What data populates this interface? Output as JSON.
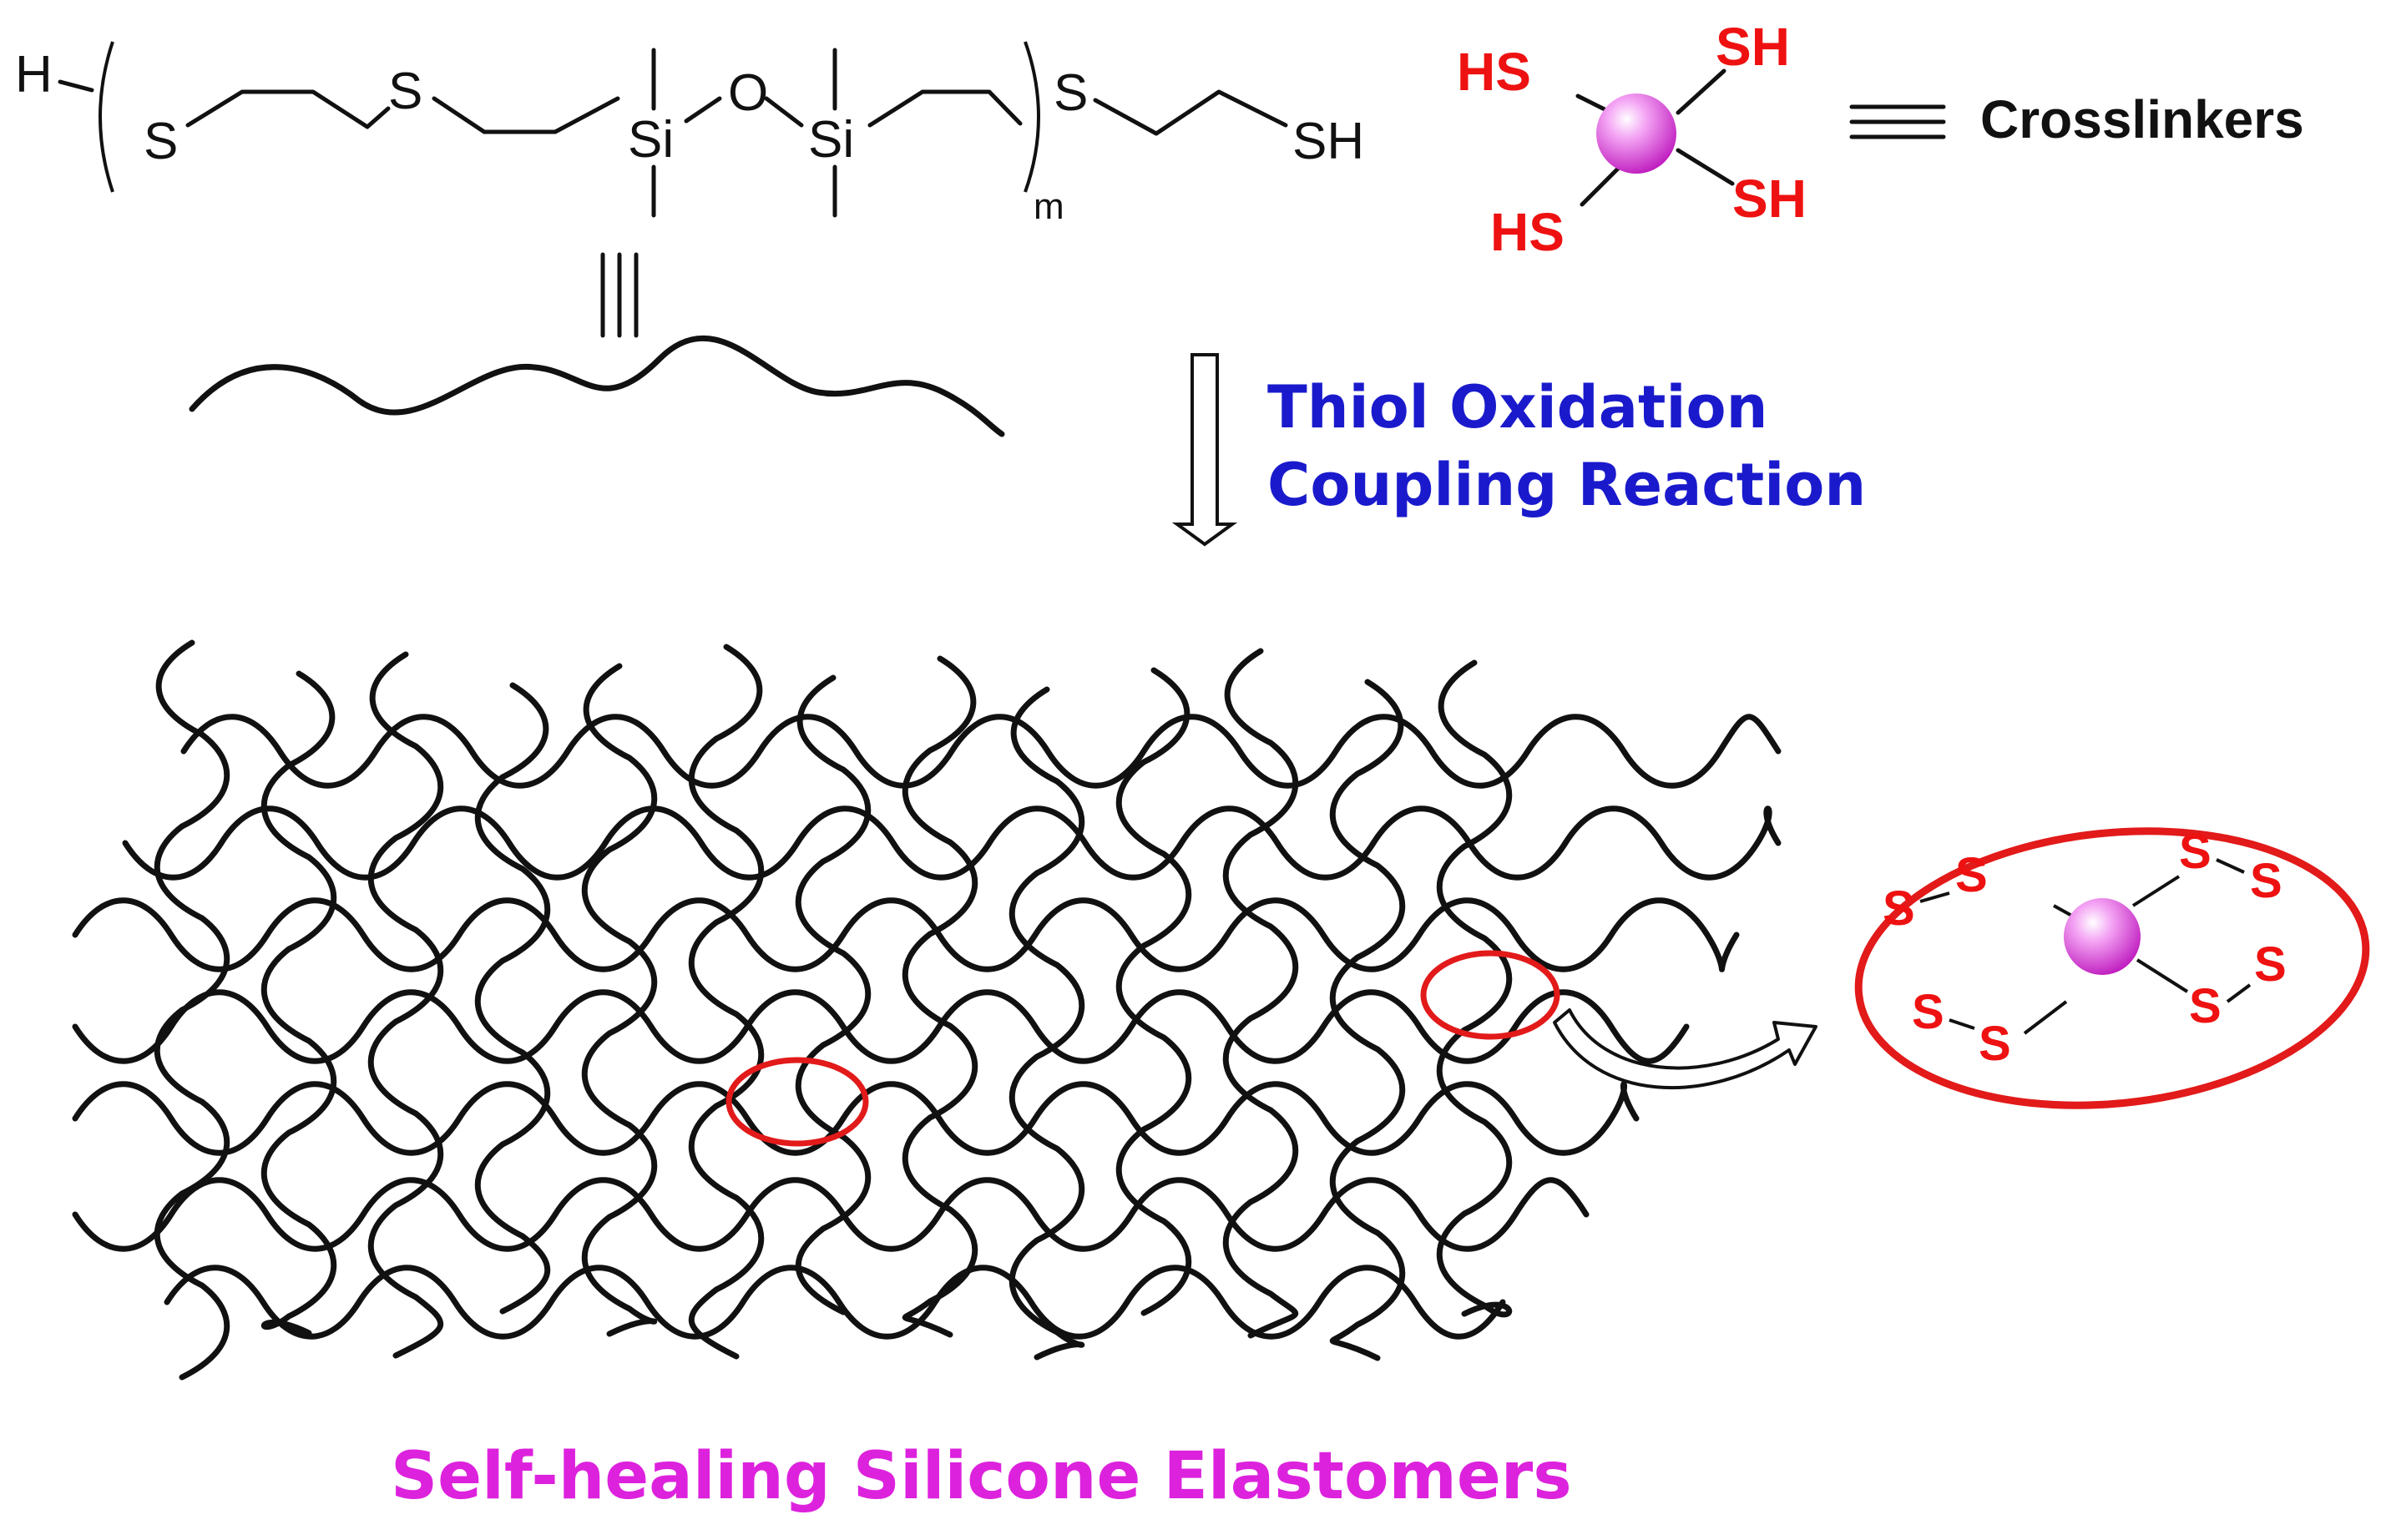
{
  "colors": {
    "crosslinker_sphere": "#e040e0",
    "thiol_text": "#ee1111",
    "reaction_label": "#1a1acc",
    "title": "#dd22dd",
    "highlight_ring": "#e21a1a"
  },
  "monomer": {
    "h_atom": "H",
    "s1": "S",
    "s2": "S",
    "si1": "Si",
    "o": "O",
    "si2": "Si",
    "s3": "S",
    "end_group": "SH",
    "repeat_subscript": "m"
  },
  "crosslinker": {
    "group_top_left": "HS",
    "group_top_right": "SH",
    "group_bottom_left": "HS",
    "group_bottom_right": "SH",
    "legend_label": "Crosslinkers"
  },
  "reaction": {
    "line1": "Thiol Oxidation",
    "line2": "Coupling Reaction"
  },
  "inset": {
    "disulfides": [
      {
        "a": "S",
        "b": "S"
      },
      {
        "a": "S",
        "b": "S"
      },
      {
        "a": "S",
        "b": "S"
      },
      {
        "a": "S",
        "b": "S"
      }
    ]
  },
  "title": "Self-healing Silicone Elastomers"
}
